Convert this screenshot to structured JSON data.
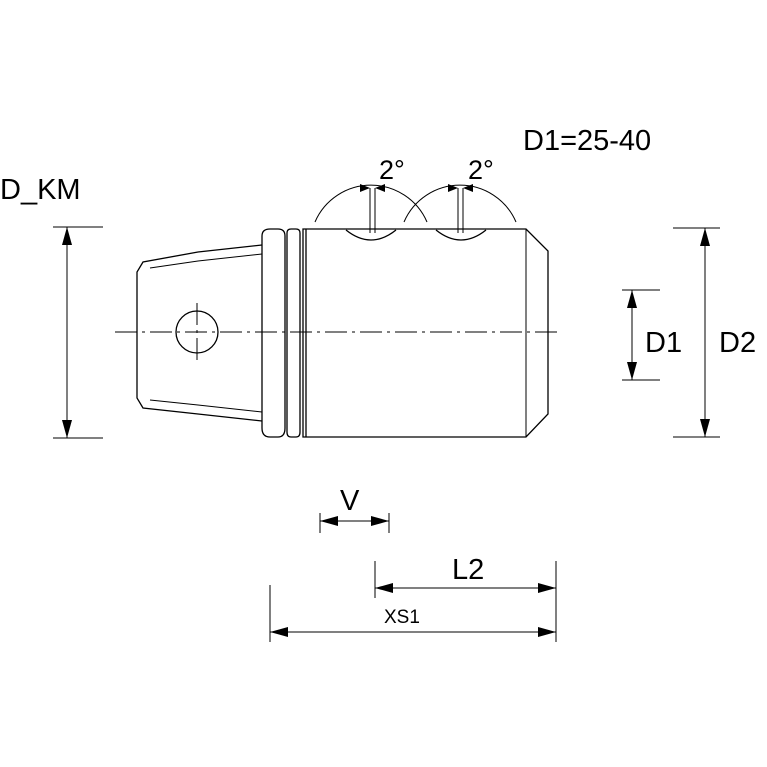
{
  "labels": {
    "spec": "D1=25-40",
    "d_km": "D_KM",
    "angle_left": "2°",
    "angle_right": "2°",
    "d1": "D1",
    "d2": "D2",
    "v": "V",
    "l2": "L2",
    "xs1": "XS1"
  },
  "colors": {
    "line": "#000000",
    "background": "#ffffff"
  }
}
